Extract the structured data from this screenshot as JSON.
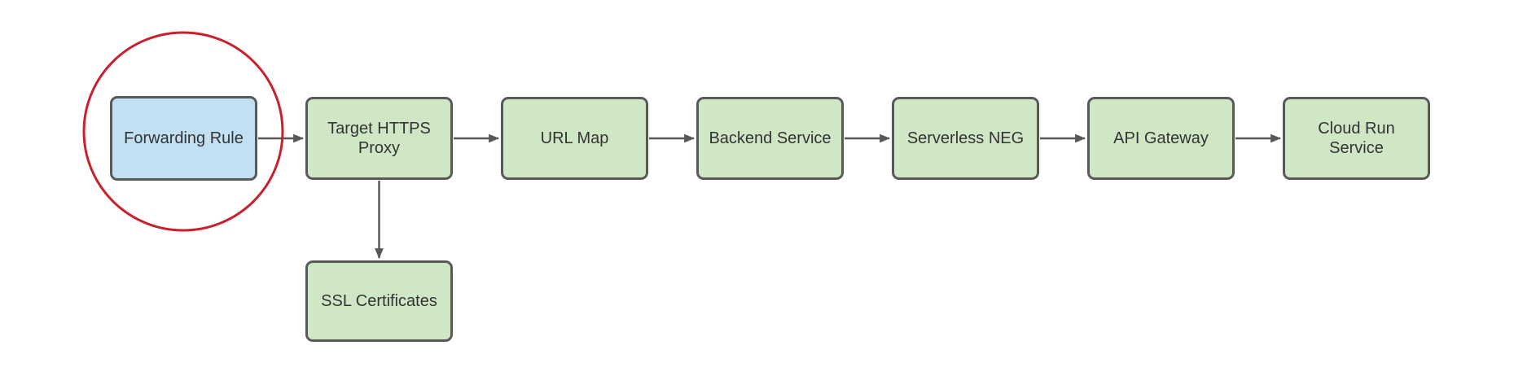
{
  "diagram": {
    "type": "flowchart",
    "background": "#ffffff",
    "colors": {
      "node_green_fill": "#d0e7c5",
      "node_blue_fill": "#c1e0f2",
      "node_border": "#595959",
      "connector": "#595959",
      "highlight_ellipse": "#c9202e",
      "label_text": "#333333"
    },
    "nodes": [
      {
        "id": "forwarding-rule",
        "label": "Forwarding Rule",
        "fill": "#c1e0f2",
        "highlighted": true
      },
      {
        "id": "target-https-proxy",
        "label": "Target HTTPS\nProxy",
        "fill": "#d0e7c5",
        "highlighted": false
      },
      {
        "id": "url-map",
        "label": "URL Map",
        "fill": "#d0e7c5",
        "highlighted": false
      },
      {
        "id": "backend-service",
        "label": "Backend Service",
        "fill": "#d0e7c5",
        "highlighted": false
      },
      {
        "id": "serverless-neg",
        "label": "Serverless NEG",
        "fill": "#d0e7c5",
        "highlighted": false
      },
      {
        "id": "api-gateway",
        "label": "API Gateway",
        "fill": "#d0e7c5",
        "highlighted": false
      },
      {
        "id": "cloud-run-service",
        "label": "Cloud Run\nService",
        "fill": "#d0e7c5",
        "highlighted": false
      },
      {
        "id": "ssl-certificates",
        "label": "SSL Certificates",
        "fill": "#d0e7c5",
        "highlighted": false
      }
    ],
    "edges": [
      {
        "from": "forwarding-rule",
        "to": "target-https-proxy",
        "direction": "right"
      },
      {
        "from": "target-https-proxy",
        "to": "url-map",
        "direction": "right"
      },
      {
        "from": "url-map",
        "to": "backend-service",
        "direction": "right"
      },
      {
        "from": "backend-service",
        "to": "serverless-neg",
        "direction": "right"
      },
      {
        "from": "serverless-neg",
        "to": "api-gateway",
        "direction": "right"
      },
      {
        "from": "api-gateway",
        "to": "cloud-run-service",
        "direction": "right"
      },
      {
        "from": "target-https-proxy",
        "to": "ssl-certificates",
        "direction": "down"
      }
    ],
    "annotation": {
      "shape": "ellipse",
      "purpose": "highlight",
      "around": "forwarding-rule",
      "color": "#c9202e"
    }
  }
}
